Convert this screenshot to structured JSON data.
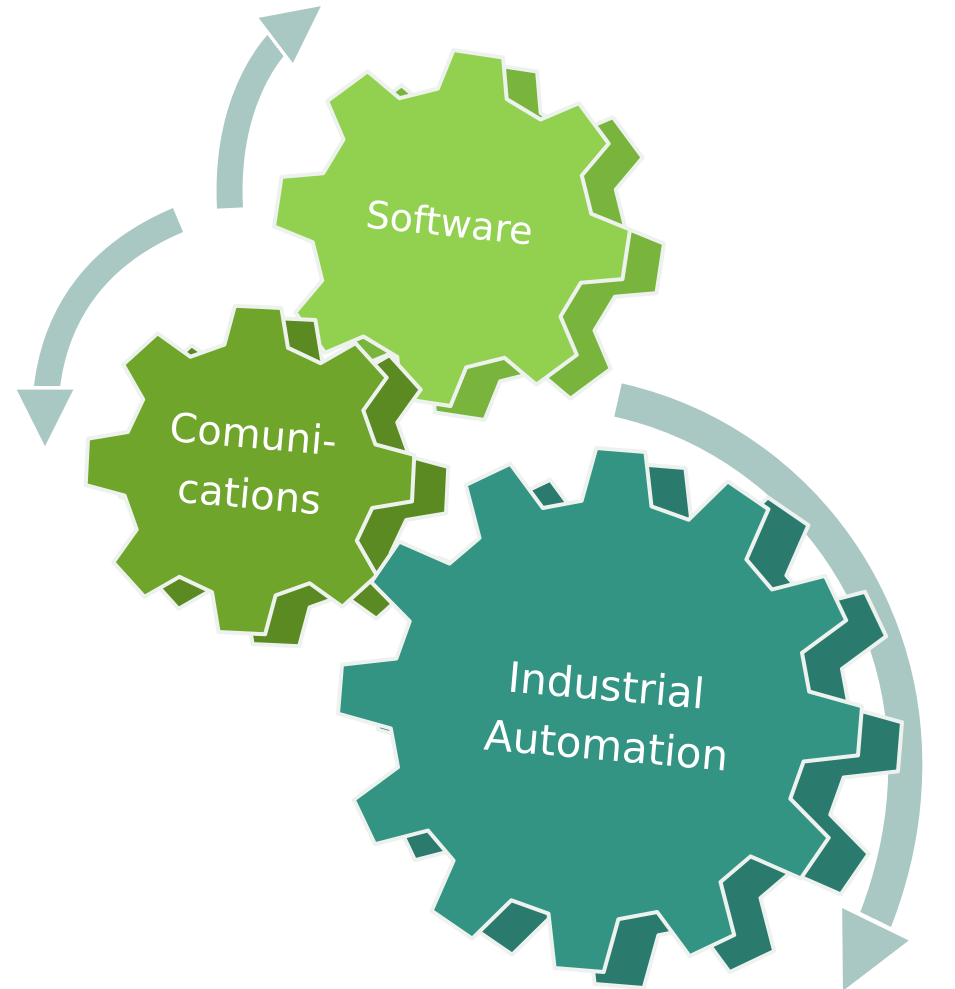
{
  "colors": {
    "background": "#ffffff",
    "arrow": "#a9c7c3",
    "arrow_shade": "#8fb2ae",
    "outline": "#eef2ef",
    "gear_software": "#92d050",
    "gear_software_side": "#79b43c",
    "gear_communications": "#70a52b",
    "gear_communications_side": "#5b8a22",
    "gear_automation": "#339484",
    "gear_automation_side": "#2a7b6e"
  },
  "gears": {
    "software": {
      "line1": "Software"
    },
    "communications": {
      "line1": "Comuni-",
      "line2": "cations"
    },
    "automation": {
      "line1": "Industrial",
      "line2": "Automation"
    }
  }
}
